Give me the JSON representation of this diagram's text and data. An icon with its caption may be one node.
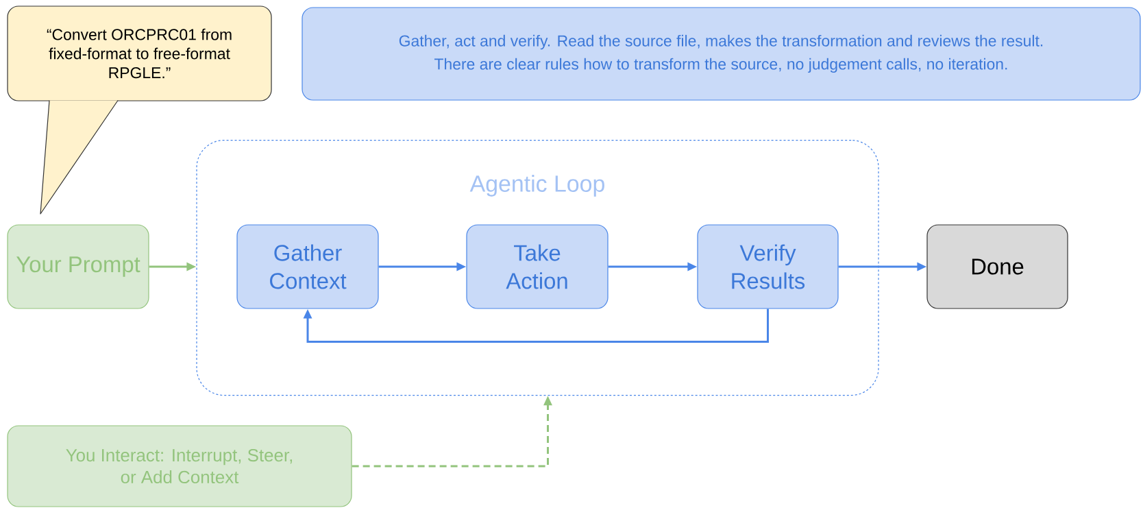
{
  "diagram": {
    "nodes": [
      {
        "text": [
          "“Convert ORCPRC01 from fixed-format to free-format RPGLE.”"
        ]
      },
      {
        "text": [
          "Gather, act and verify. Read the source file, makes the transformation and reviews the result.",
          "There are clear rules how to transform the source, no judgement calls, no iteration."
        ]
      },
      {
        "text": [
          "Agentic Loop"
        ]
      },
      {
        "text": [
          "Your Prompt"
        ]
      },
      {
        "text": [
          "Gather Context"
        ],
        "in": 2
      },
      {
        "text": [
          "Take Action"
        ],
        "in": 2
      },
      {
        "text": [
          "Verify Results"
        ],
        "in": 2
      },
      {
        "text": [
          "Done"
        ]
      },
      {
        "text": [
          "You Interact: Interrupt, Steer, or Add Context"
        ]
      }
    ],
    "edges": [
      {
        "from": 3,
        "to": 2,
        "arrow": "to",
        "color": "#93c47d"
      },
      {
        "from": 4,
        "to": 5,
        "arrow": "to"
      },
      {
        "from": 5,
        "to": 6,
        "arrow": "to"
      },
      {
        "from": 6,
        "to": 7,
        "arrow": "to"
      },
      {
        "from": 6,
        "to": 4,
        "arrow": "to"
      },
      {
        "from": 8,
        "to": 2,
        "arrow": "to",
        "style": "dashed",
        "color": "#93c47d"
      }
    ]
  }
}
